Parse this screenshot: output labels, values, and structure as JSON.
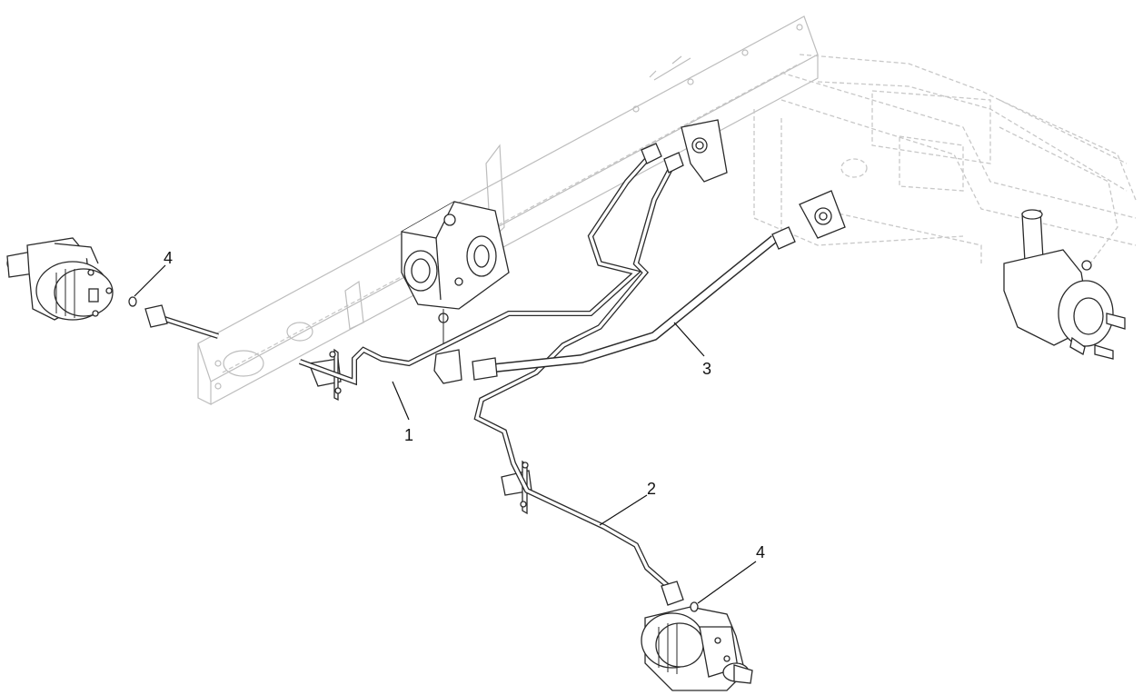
{
  "callouts": {
    "tube_1": "1",
    "tube_2": "2",
    "hose_3": "3",
    "oring_left": "4",
    "oring_right": "4"
  },
  "colors": {
    "line": "#2a2a2a",
    "frame_ghost": "#c8c8c8",
    "background": "#ffffff"
  }
}
